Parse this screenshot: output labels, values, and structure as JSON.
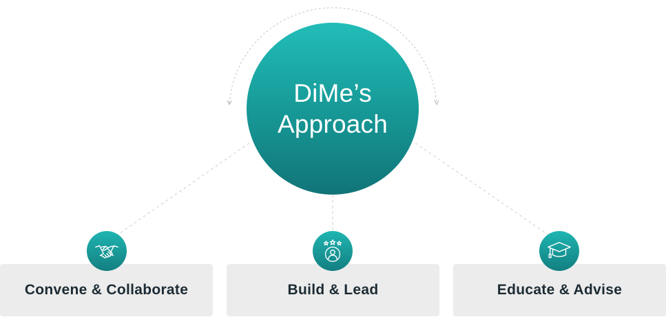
{
  "hub": {
    "title": "DiMe’s\nApproach"
  },
  "pillars": [
    {
      "label": "Convene & Collaborate",
      "icon": "handshake-icon"
    },
    {
      "label": "Build & Lead",
      "icon": "stars-person-icon"
    },
    {
      "label": "Educate & Advise",
      "icon": "graduation-cap-icon"
    }
  ],
  "colors": {
    "teal_light": "#22bdb8",
    "teal_dark": "#117478",
    "card_bg": "#ececec",
    "label_text": "#1c2b33",
    "connector": "#cfcfcf"
  }
}
